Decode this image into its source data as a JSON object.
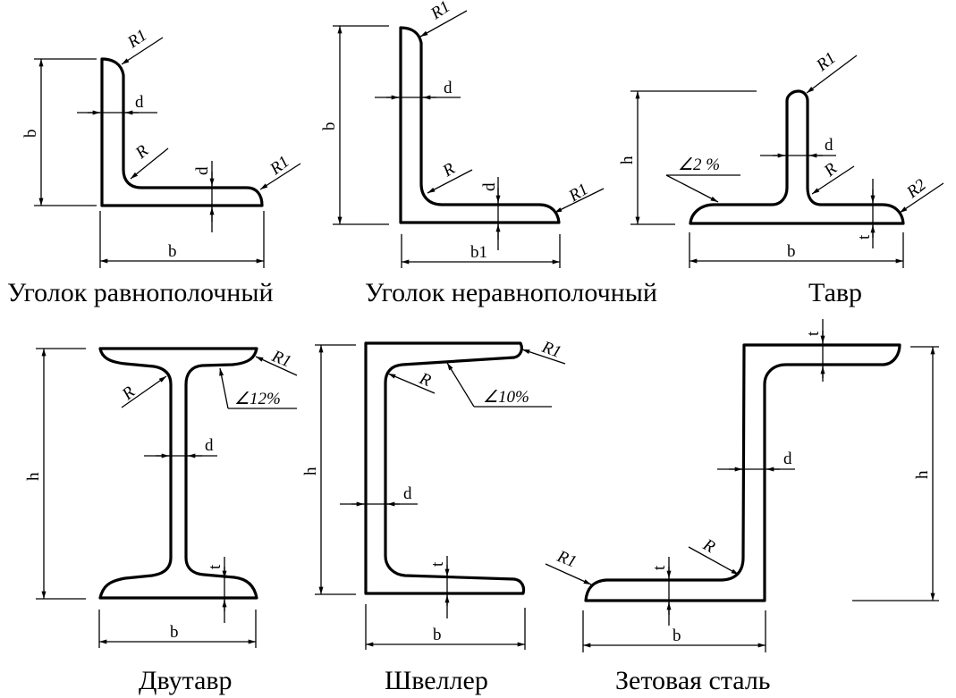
{
  "figures": {
    "equal_angle": {
      "caption": "Уголок равнополочный",
      "labels": {
        "r1_top": "R1",
        "d_web": "d",
        "r": "R",
        "d_flange": "d",
        "r1_right": "R1",
        "b_height": "b",
        "b_width": "b"
      }
    },
    "unequal_angle": {
      "caption": "Уголок неравнополочный",
      "labels": {
        "r1_top": "R1",
        "d_web": "d",
        "r": "R",
        "d_flange": "d",
        "r1_right": "R1",
        "b_height": "b",
        "b1_width": "b1"
      }
    },
    "tee": {
      "caption": "Тавр",
      "labels": {
        "r1_top": "R1",
        "h": "h",
        "slope": "∠2 %",
        "d": "d",
        "r": "R",
        "r2": "R2",
        "t": "t",
        "b": "b"
      }
    },
    "i_beam": {
      "caption": "Двутавр",
      "labels": {
        "h": "h",
        "r": "R",
        "r1": "R1",
        "slope": "∠12%",
        "d": "d",
        "t": "t",
        "b": "b"
      }
    },
    "channel": {
      "caption": "Швеллер",
      "labels": {
        "h": "h",
        "r1": "R1",
        "r": "R",
        "slope": "∠10%",
        "d": "d",
        "t": "t",
        "b": "b"
      }
    },
    "z_section": {
      "caption": "Зетовая сталь",
      "labels": {
        "t_top": "t",
        "d": "d",
        "h": "h",
        "r": "R",
        "r1": "R1",
        "t_bottom": "t",
        "b": "b"
      }
    }
  }
}
